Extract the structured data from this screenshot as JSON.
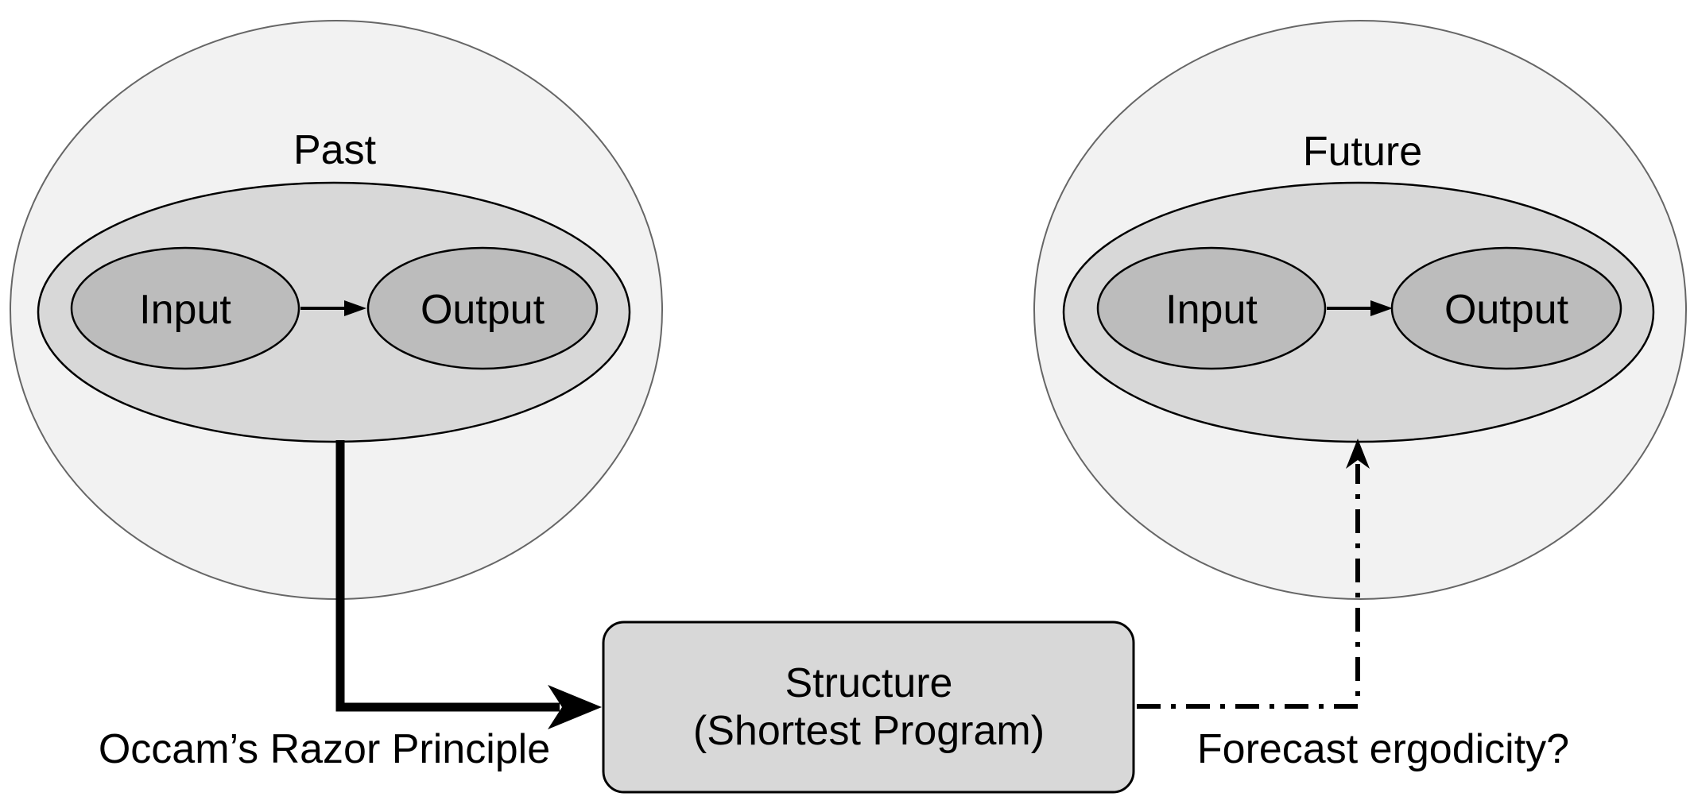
{
  "diagram": {
    "past_group": {
      "label": "Past",
      "input_label": "Input",
      "output_label": "Output"
    },
    "future_group": {
      "label": "Future",
      "input_label": "Input",
      "output_label": "Output"
    },
    "structure_box": {
      "line1": "Structure",
      "line2": "(Shortest Program)"
    },
    "annotations": {
      "occam": "Occam’s Razor Principle",
      "forecast": "Forecast ergodicity?"
    }
  },
  "colors": {
    "background": "#ffffff",
    "outer_circle_fill": "#f2f2f2",
    "outer_circle_stroke": "#666666",
    "mid_ellipse_fill": "#d8d8d8",
    "node_ellipse_fill": "#bcbcbc",
    "box_fill": "#d8d8d8",
    "line_color": "#000000",
    "text_color": "#000000"
  }
}
